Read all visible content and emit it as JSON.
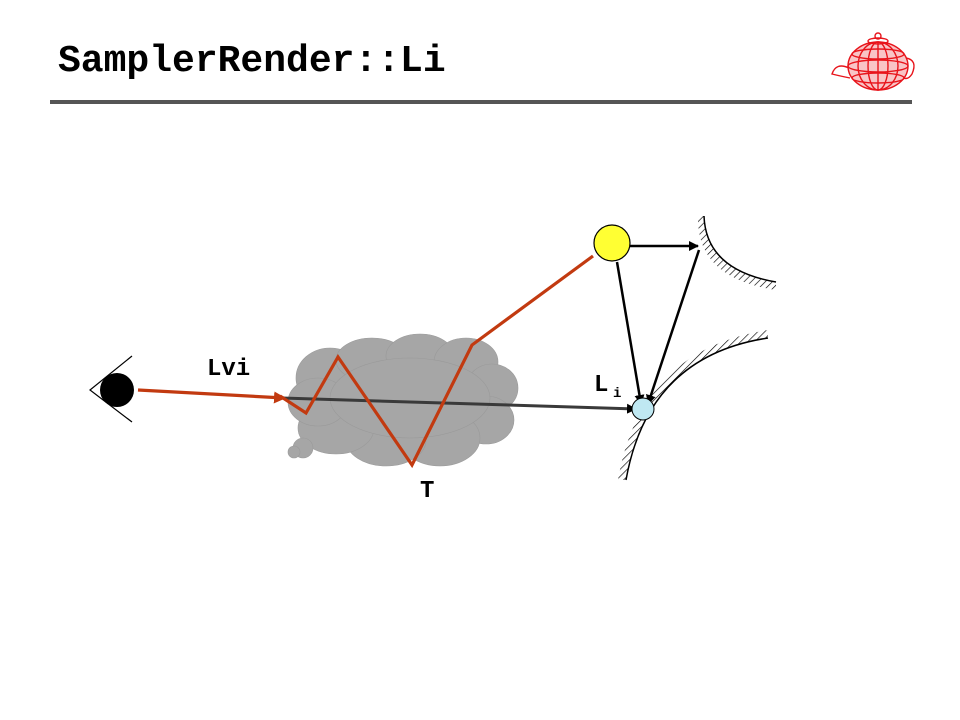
{
  "title": "SamplerRender::Li",
  "logo": {
    "icon": "teapot-wireframe-icon",
    "color": "#e8141b"
  },
  "diagram": {
    "labels": {
      "volume_radiance": "Lvi",
      "incident_radiance": "L",
      "incident_radiance_subscript": "i",
      "transmittance": "T"
    },
    "colors": {
      "path": "#c23a10",
      "light": "#ffff33",
      "cloud": "#a6a6a6",
      "surface_point": "#bfe8f2",
      "title_rule": "#555555"
    }
  }
}
